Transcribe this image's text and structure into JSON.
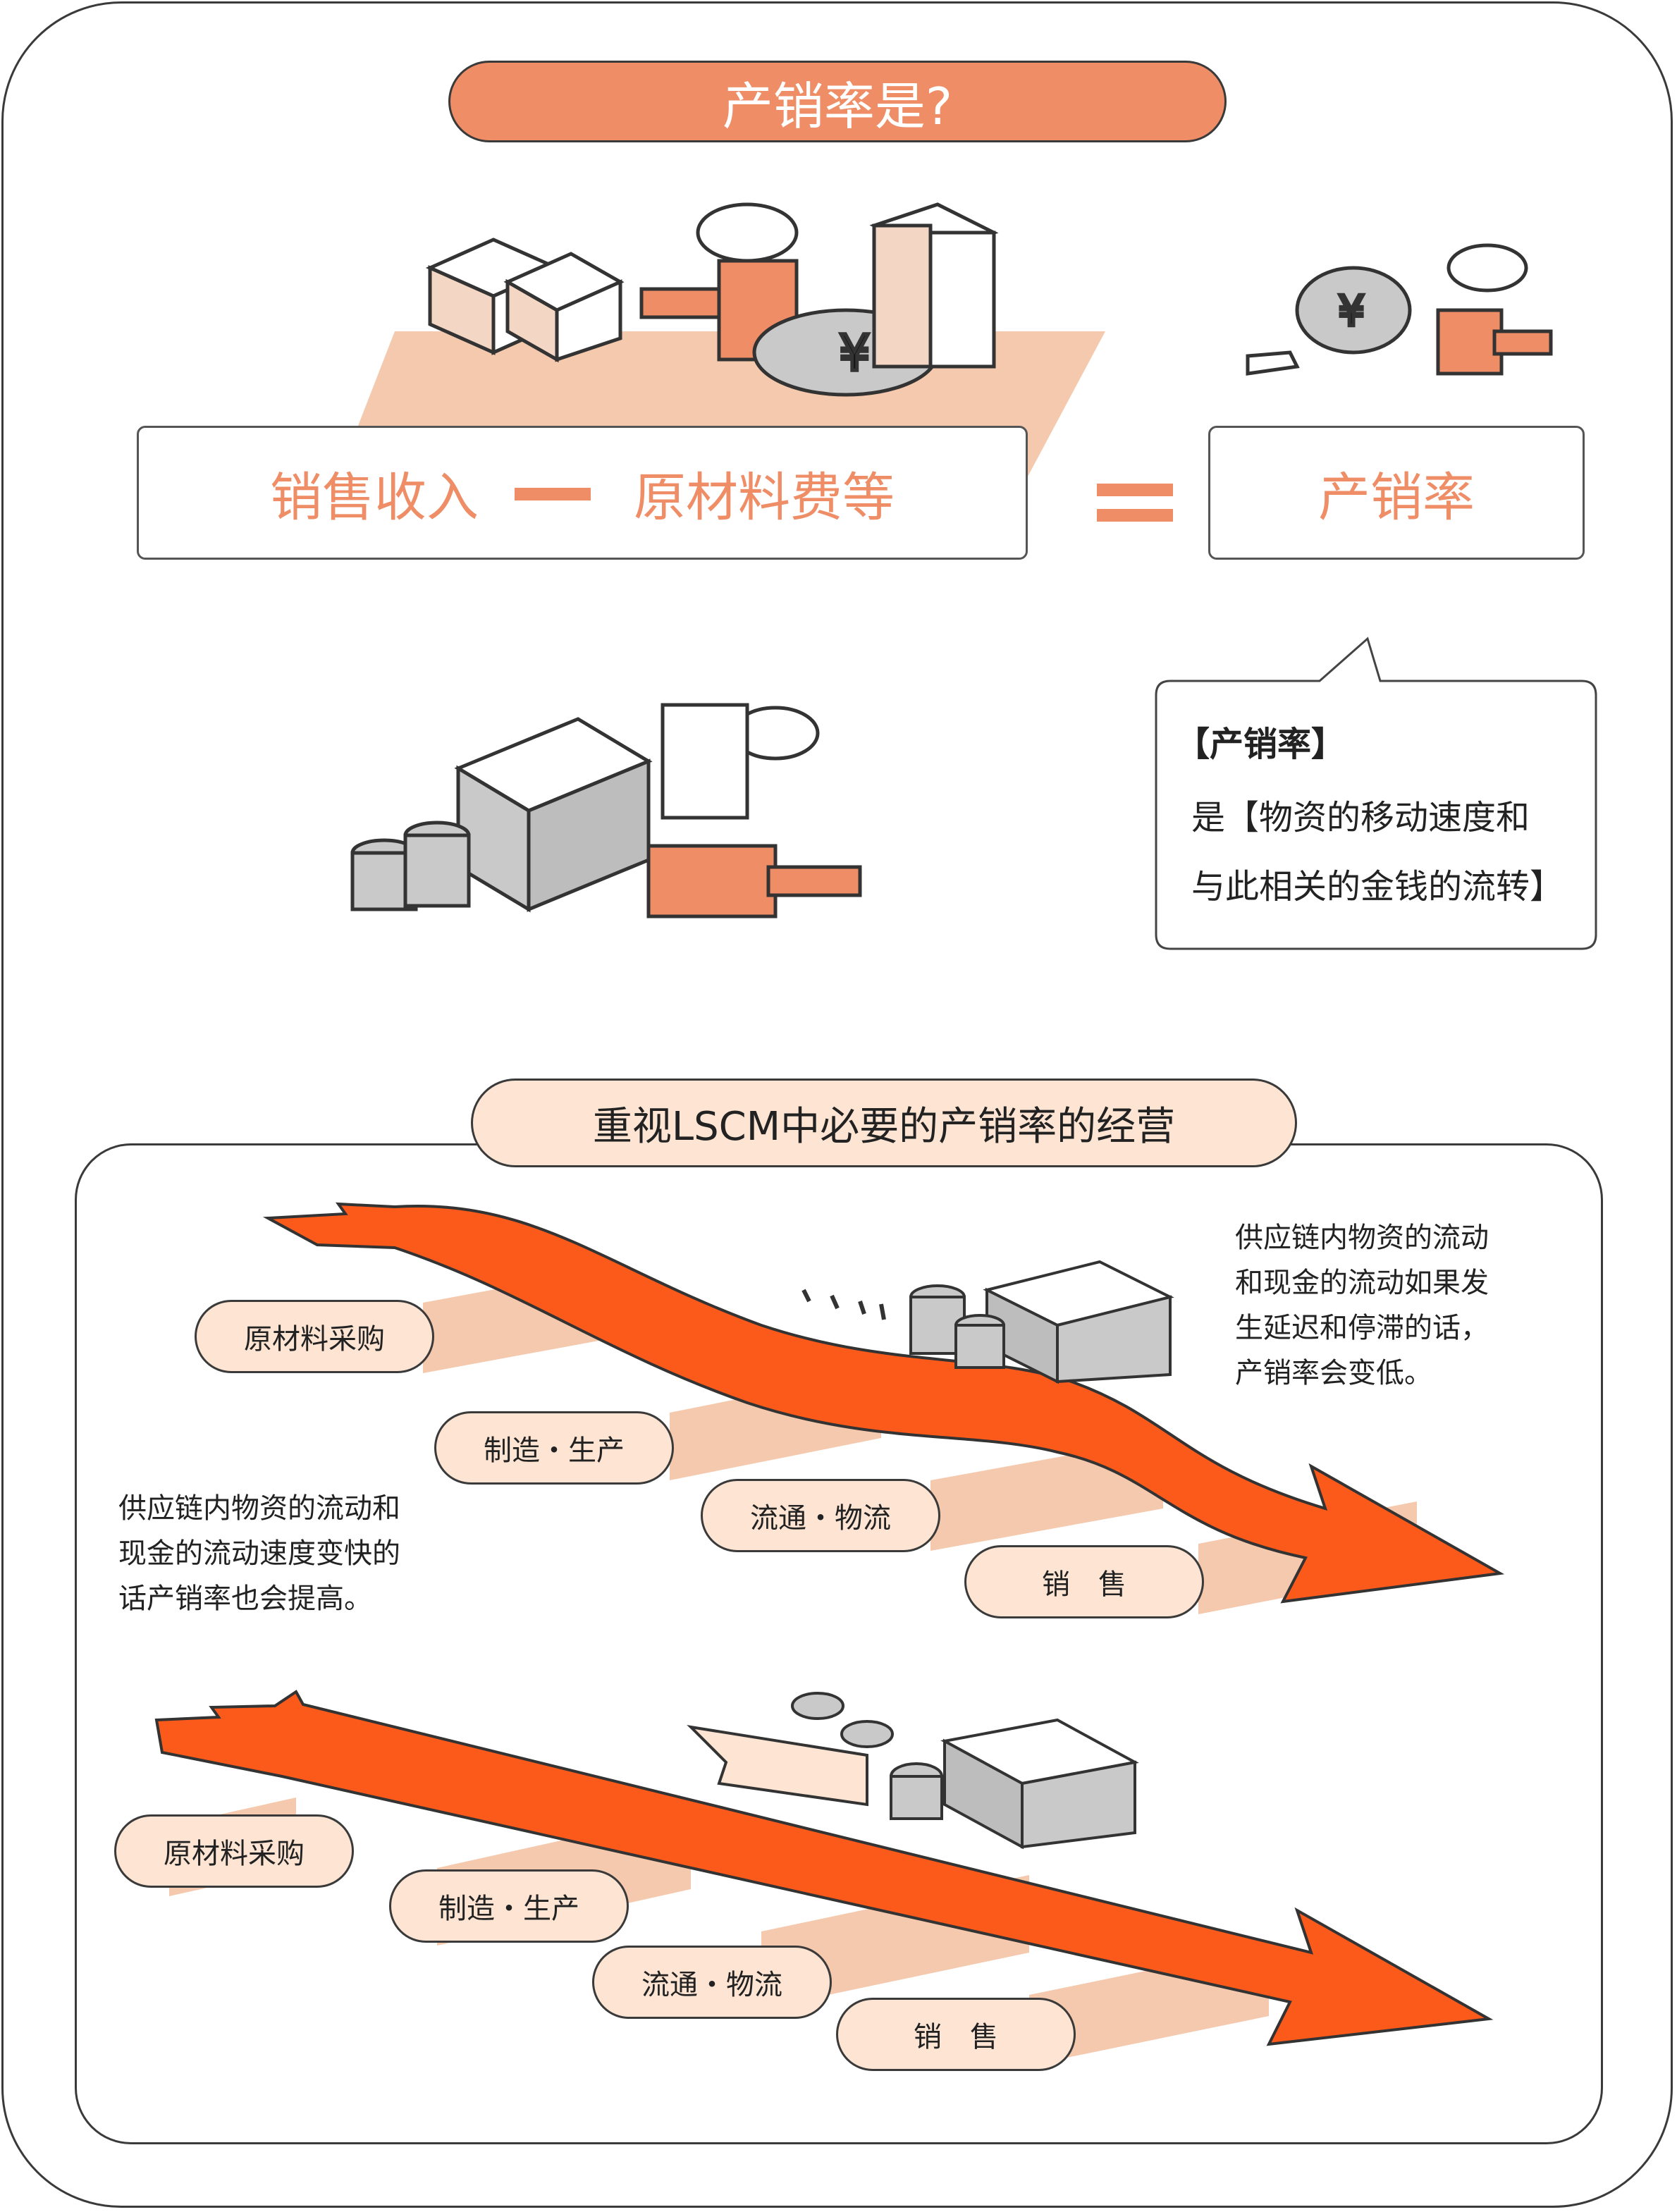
{
  "title": "产销率是?",
  "formula": {
    "revenue": "销售收入",
    "materials": "原材料费等",
    "result": "产销率"
  },
  "callout": {
    "heading": "【产销率】",
    "line1": "是【物资的移动速度和",
    "line2": "与此相关的金钱的流转】"
  },
  "section_title": "重视LSCM中必要的产销率的经营",
  "top_flow": {
    "stages": [
      "原材料采购",
      "制造・生产",
      "流通・物流",
      "销　售"
    ],
    "note": [
      "供应链内物资的流动",
      "和现金的流动如果发",
      "生延迟和停滞的话，",
      "产销率会变低。"
    ]
  },
  "bottom_flow": {
    "stages": [
      "原材料采购",
      "制造・生产",
      "流通・物流",
      "销　售"
    ],
    "note": [
      "供应链内物资的流动和",
      "现金的流动速度变快的",
      "话产销率也会提高。"
    ]
  },
  "colors": {
    "accent": "#ee8d66",
    "pale": "#fde4d3",
    "arrow": "#fb5a1b",
    "band": "#f5c9ad"
  }
}
